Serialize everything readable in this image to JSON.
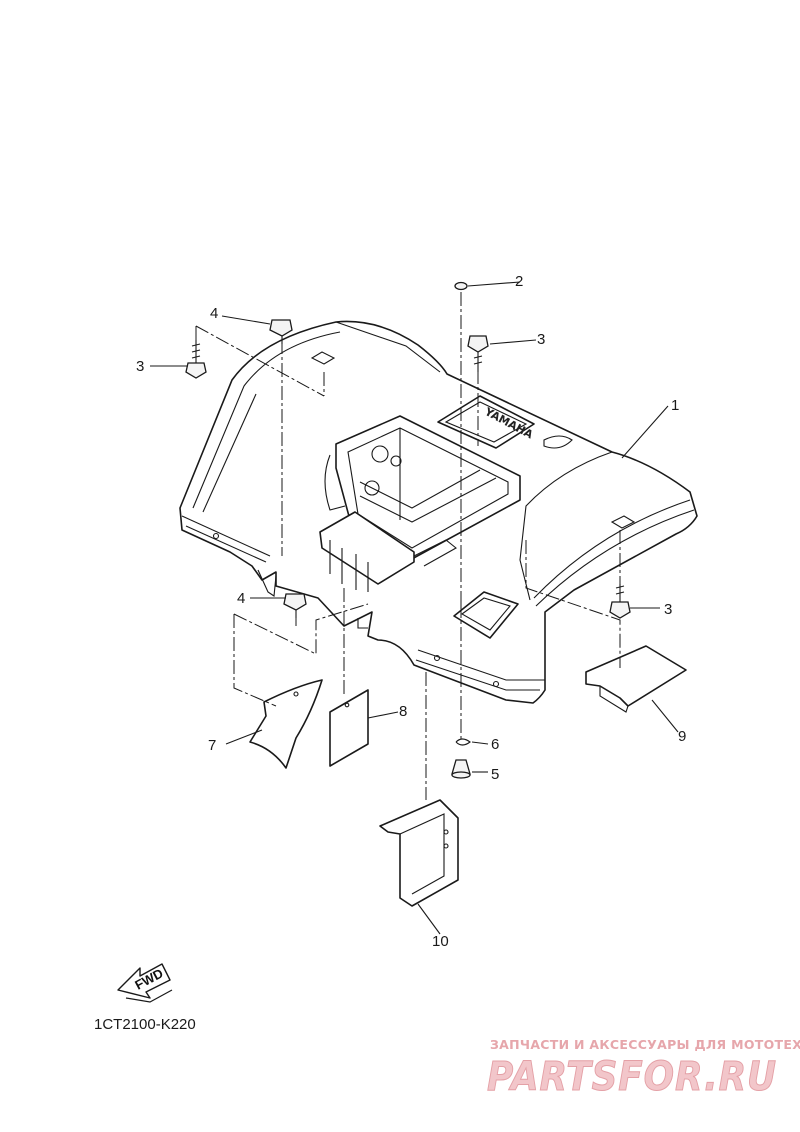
{
  "callouts": {
    "c1": "1",
    "c2": "2",
    "c3a": "3",
    "c3b": "3",
    "c3c": "3",
    "c4a": "4",
    "c4b": "4",
    "c5": "5",
    "c6": "6",
    "c7": "7",
    "c8": "8",
    "c9": "9",
    "c10": "10"
  },
  "fender_stamp": "YAMAHA",
  "fwd_label": "FWD",
  "diagram_code": "1CT2100-K220",
  "watermark": {
    "tagline": "ЗАПЧАСТИ И АКСЕССУАРЫ ДЛЯ МОТОТЕХНИКИ",
    "logo": "PARTSFOR.RU"
  }
}
